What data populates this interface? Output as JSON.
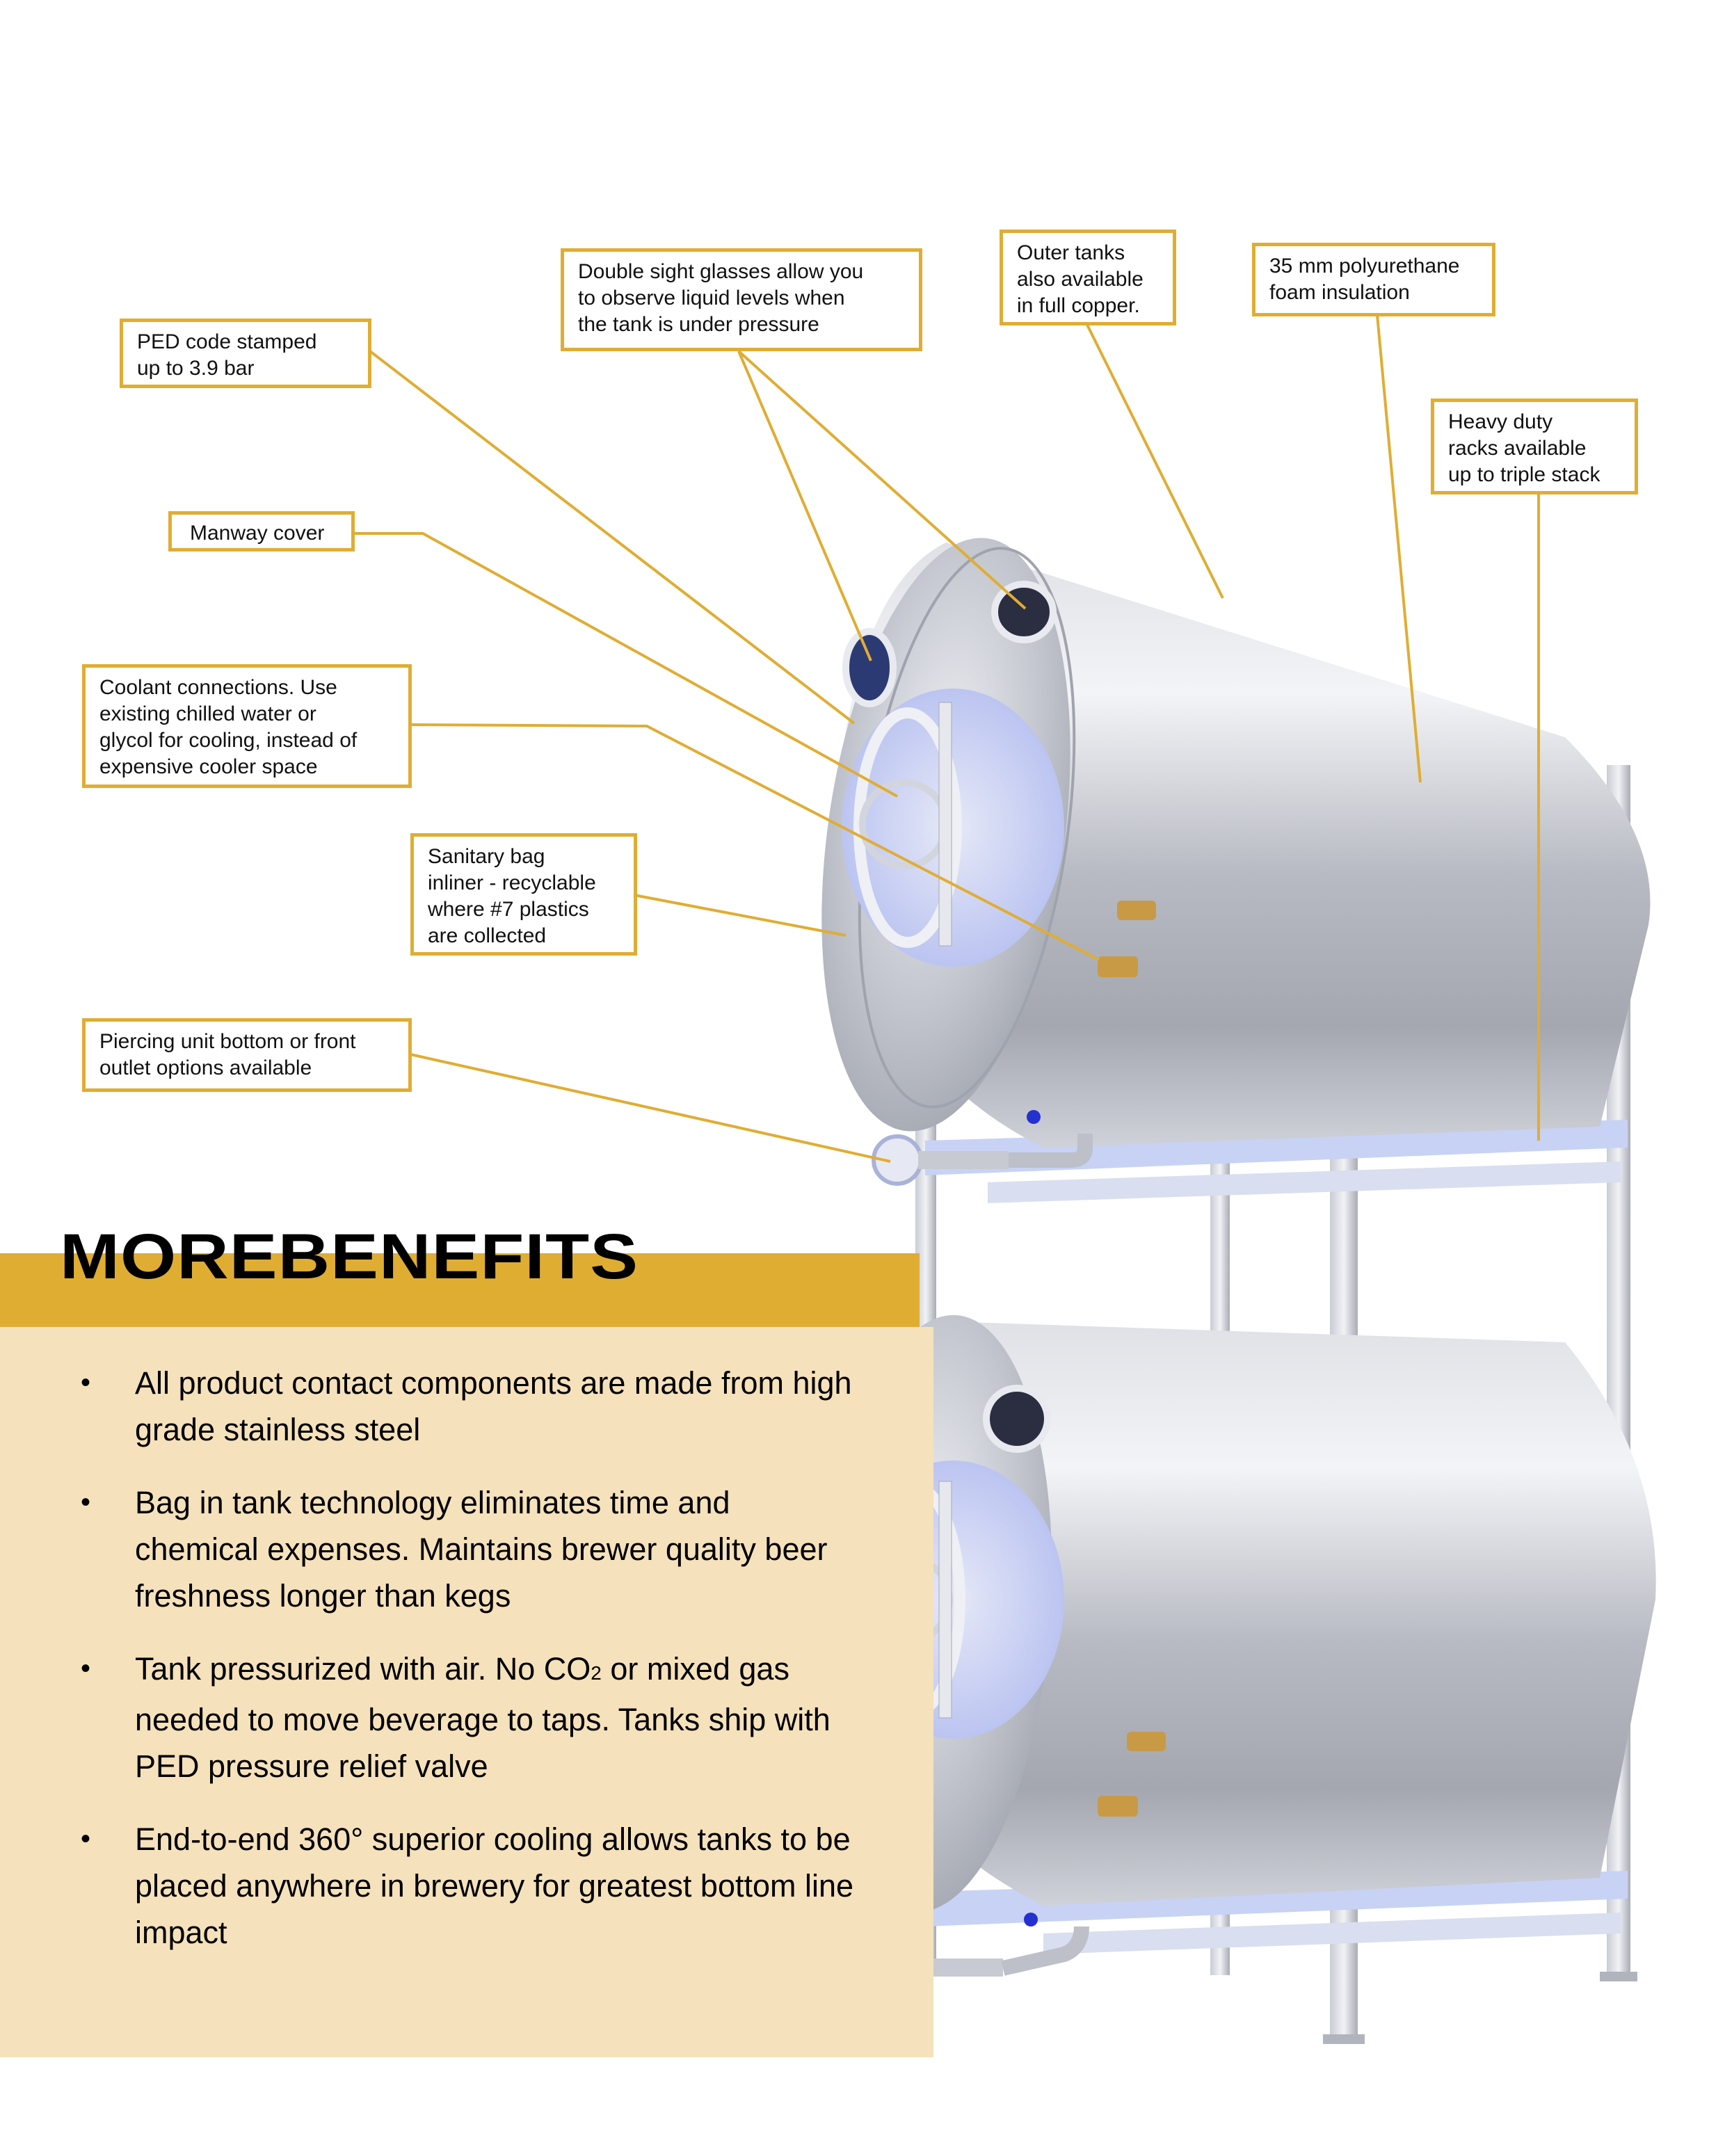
{
  "callouts": {
    "ped_code": "PED code stamped\nup to 3.9 bar",
    "sight_glasses": "Double sight glasses allow you\nto observe liquid levels when\nthe tank is under pressure",
    "outer_tanks": "Outer tanks\nalso available\nin full copper.",
    "insulation": "35 mm polyurethane\nfoam insulation",
    "racks": "Heavy duty\nracks available\nup to triple stack",
    "manway": "Manway cover",
    "coolant": "Coolant connections. Use\nexisting chilled water or\nglycol for cooling, instead of\nexpensive cooler space",
    "bag_inliner": "Sanitary bag\ninliner - recyclable\nwhere #7 plastics\nare collected",
    "piercing": "Piercing unit bottom or front\noutlet options available"
  },
  "benefits": {
    "title": "MOREBENEFITS",
    "items": [
      {
        "text": "All product contact components are made from high grade stainless steel"
      },
      {
        "text": "Bag in tank technology eliminates time and chemical expenses. Maintains brewer quality beer freshness longer than kegs"
      },
      {
        "text_before": "Tank pressurized with air. No CO",
        "subscript": "2",
        "text_after": " or mixed gas needed to move beverage to taps. Tanks ship with PED pressure relief valve"
      },
      {
        "text": "End-to-end 360° superior cooling allows tanks to be placed anywhere in brewery for greatest bottom line impact"
      }
    ],
    "bullet": "•"
  },
  "colors": {
    "accent_gold": "#e0ad33",
    "panel_beige": "#f5e1bb",
    "steel": "#b9bcc4",
    "steel_highlight": "#e9ecf2",
    "rack_blue": "#c7d2f5",
    "brass": "#c99a45"
  }
}
